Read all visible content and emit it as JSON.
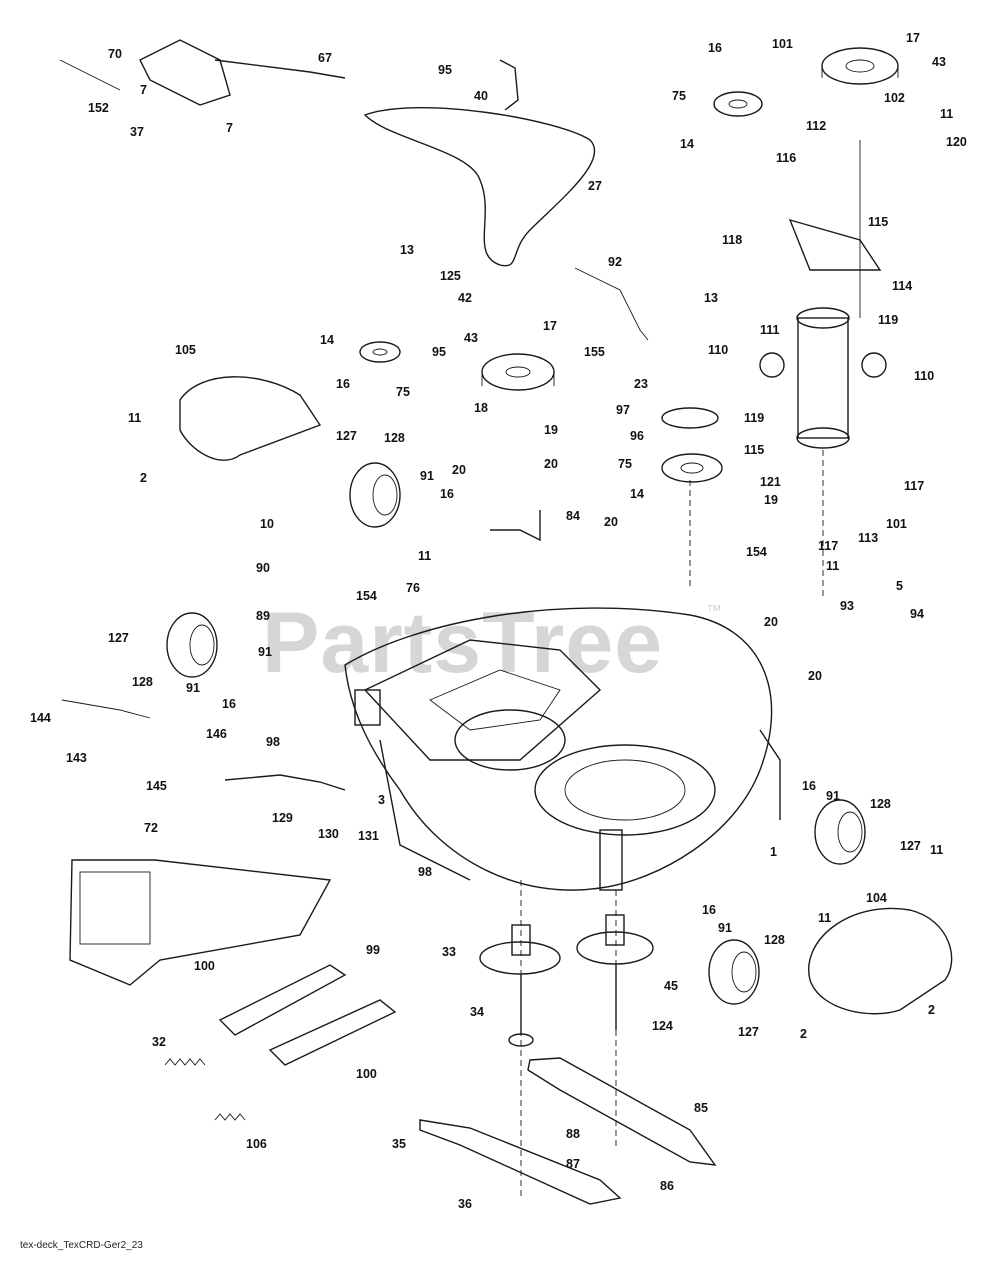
{
  "watermark": {
    "text": "PartsTree",
    "tm": "™"
  },
  "footer_code": "tex-deck_TexCRD-Ger2_23",
  "callouts": [
    {
      "id": "c70",
      "text": "70"
    },
    {
      "id": "c7a",
      "text": "7"
    },
    {
      "id": "c7b",
      "text": "7"
    },
    {
      "id": "c37",
      "text": "37"
    },
    {
      "id": "c152",
      "text": "152"
    },
    {
      "id": "c67",
      "text": "67"
    },
    {
      "id": "c95a",
      "text": "95"
    },
    {
      "id": "c40",
      "text": "40"
    },
    {
      "id": "c27",
      "text": "27"
    },
    {
      "id": "c16a",
      "text": "16"
    },
    {
      "id": "c101a",
      "text": "101"
    },
    {
      "id": "c17a",
      "text": "17"
    },
    {
      "id": "c43a",
      "text": "43"
    },
    {
      "id": "c75a",
      "text": "75"
    },
    {
      "id": "c102",
      "text": "102"
    },
    {
      "id": "c11a",
      "text": "11"
    },
    {
      "id": "c112",
      "text": "112"
    },
    {
      "id": "c14a",
      "text": "14"
    },
    {
      "id": "c116",
      "text": "116"
    },
    {
      "id": "c120",
      "text": "120"
    },
    {
      "id": "c115a",
      "text": "115"
    },
    {
      "id": "c118",
      "text": "118"
    },
    {
      "id": "c13a",
      "text": "13"
    },
    {
      "id": "c125",
      "text": "125"
    },
    {
      "id": "c42",
      "text": "42"
    },
    {
      "id": "c92",
      "text": "92"
    },
    {
      "id": "c14b",
      "text": "14"
    },
    {
      "id": "c95b",
      "text": "95"
    },
    {
      "id": "c43b",
      "text": "43"
    },
    {
      "id": "c17b",
      "text": "17"
    },
    {
      "id": "c13b",
      "text": "13"
    },
    {
      "id": "c114",
      "text": "114"
    },
    {
      "id": "c119a",
      "text": "119"
    },
    {
      "id": "c105",
      "text": "105"
    },
    {
      "id": "c155",
      "text": "155"
    },
    {
      "id": "c111",
      "text": "111"
    },
    {
      "id": "c110a",
      "text": "110"
    },
    {
      "id": "c110b",
      "text": "110"
    },
    {
      "id": "c16b",
      "text": "16"
    },
    {
      "id": "c75b",
      "text": "75"
    },
    {
      "id": "c23",
      "text": "23"
    },
    {
      "id": "c18",
      "text": "18"
    },
    {
      "id": "c19a",
      "text": "19"
    },
    {
      "id": "c97",
      "text": "97"
    },
    {
      "id": "c11b",
      "text": "11"
    },
    {
      "id": "c96",
      "text": "96"
    },
    {
      "id": "c119b",
      "text": "119"
    },
    {
      "id": "c127a",
      "text": "127"
    },
    {
      "id": "c128a",
      "text": "128"
    },
    {
      "id": "c75c",
      "text": "75"
    },
    {
      "id": "c115b",
      "text": "115"
    },
    {
      "id": "c2a",
      "text": "2"
    },
    {
      "id": "c20a",
      "text": "20"
    },
    {
      "id": "c20b",
      "text": "20"
    },
    {
      "id": "c91a",
      "text": "91"
    },
    {
      "id": "c16c",
      "text": "16"
    },
    {
      "id": "c14c",
      "text": "14"
    },
    {
      "id": "c121",
      "text": "121"
    },
    {
      "id": "c117a",
      "text": "117"
    },
    {
      "id": "c19b",
      "text": "19"
    },
    {
      "id": "c101b",
      "text": "101"
    },
    {
      "id": "c84",
      "text": "84"
    },
    {
      "id": "c10",
      "text": "10"
    },
    {
      "id": "c20c",
      "text": "20"
    },
    {
      "id": "c117b",
      "text": "117"
    },
    {
      "id": "c113",
      "text": "113"
    },
    {
      "id": "c11c",
      "text": "11"
    },
    {
      "id": "c154a",
      "text": "154"
    },
    {
      "id": "c90",
      "text": "90"
    },
    {
      "id": "c11d",
      "text": "11"
    },
    {
      "id": "c76",
      "text": "76"
    },
    {
      "id": "c154b",
      "text": "154"
    },
    {
      "id": "c5",
      "text": "5"
    },
    {
      "id": "c89",
      "text": "89"
    },
    {
      "id": "c93",
      "text": "93"
    },
    {
      "id": "c94",
      "text": "94"
    },
    {
      "id": "c127b",
      "text": "127"
    },
    {
      "id": "c20d",
      "text": "20"
    },
    {
      "id": "c91b",
      "text": "91"
    },
    {
      "id": "c128b",
      "text": "128"
    },
    {
      "id": "c91c",
      "text": "91"
    },
    {
      "id": "c16d",
      "text": "16"
    },
    {
      "id": "c20e",
      "text": "20"
    },
    {
      "id": "c144",
      "text": "144"
    },
    {
      "id": "c146",
      "text": "146"
    },
    {
      "id": "c98a",
      "text": "98"
    },
    {
      "id": "c143",
      "text": "143"
    },
    {
      "id": "c145",
      "text": "145"
    },
    {
      "id": "c3",
      "text": "3"
    },
    {
      "id": "c16e",
      "text": "16"
    },
    {
      "id": "c91d",
      "text": "91"
    },
    {
      "id": "c128c",
      "text": "128"
    },
    {
      "id": "c129",
      "text": "129"
    },
    {
      "id": "c130",
      "text": "130"
    },
    {
      "id": "c131",
      "text": "131"
    },
    {
      "id": "c1",
      "text": "1"
    },
    {
      "id": "c127c",
      "text": "127"
    },
    {
      "id": "c11e",
      "text": "11"
    },
    {
      "id": "c72",
      "text": "72"
    },
    {
      "id": "c98b",
      "text": "98"
    },
    {
      "id": "c104",
      "text": "104"
    },
    {
      "id": "c16f",
      "text": "16"
    },
    {
      "id": "c91e",
      "text": "91"
    },
    {
      "id": "c128d",
      "text": "128"
    },
    {
      "id": "c11f",
      "text": "11"
    },
    {
      "id": "c33",
      "text": "33"
    },
    {
      "id": "c99",
      "text": "99"
    },
    {
      "id": "c45",
      "text": "45"
    },
    {
      "id": "c100a",
      "text": "100"
    },
    {
      "id": "c2b",
      "text": "2"
    },
    {
      "id": "c127d",
      "text": "127"
    },
    {
      "id": "c2c",
      "text": "2"
    },
    {
      "id": "c34",
      "text": "34"
    },
    {
      "id": "c124",
      "text": "124"
    },
    {
      "id": "c32",
      "text": "32"
    },
    {
      "id": "c100b",
      "text": "100"
    },
    {
      "id": "c85",
      "text": "85"
    },
    {
      "id": "c106",
      "text": "106"
    },
    {
      "id": "c88",
      "text": "88"
    },
    {
      "id": "c35",
      "text": "35"
    },
    {
      "id": "c87",
      "text": "87"
    },
    {
      "id": "c86",
      "text": "86"
    },
    {
      "id": "c36",
      "text": "36"
    }
  ]
}
